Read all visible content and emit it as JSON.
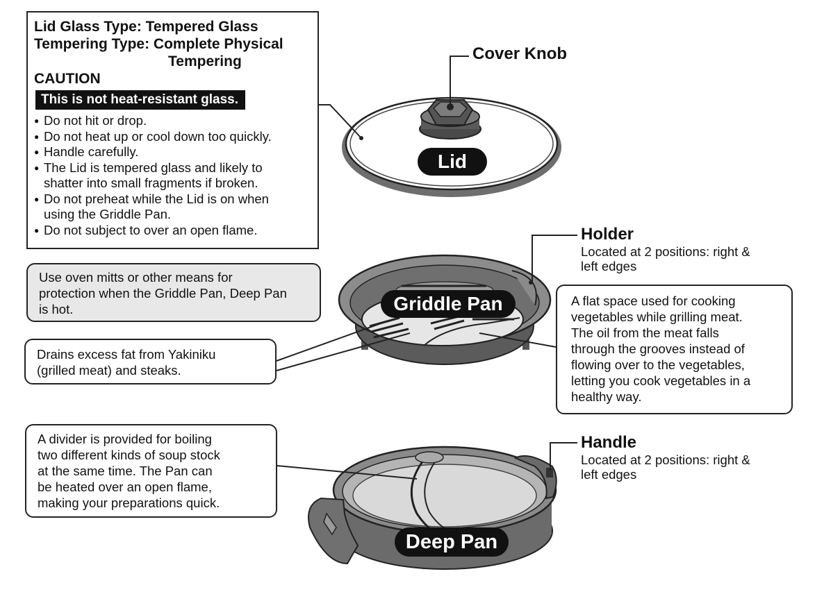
{
  "caution_box": {
    "glass_type": "Lid Glass Type: Tempered Glass",
    "tempering_line1": "Tempering Type: Complete Physical",
    "tempering_line2": "Tempering",
    "caution_heading": "CAUTION",
    "banner": "This is not heat-resistant glass.",
    "items": [
      "Do not hit or drop.",
      "Do not heat up or cool down too quickly.",
      "Handle carefully.",
      "The Lid is tempered glass and likely to",
      "shatter into small fragments if broken.",
      "Do not preheat while the Lid is on when",
      "using the Griddle Pan.",
      "Do not subject to over an open flame."
    ]
  },
  "notes": {
    "mitts": [
      "Use oven mitts or other means for",
      "protection when the Griddle Pan, Deep Pan",
      "is hot."
    ],
    "drains": [
      "Drains excess fat from Yakiniku",
      "(grilled meat) and steaks."
    ],
    "flat_space": [
      "A flat space used for cooking",
      "vegetables while grilling meat.",
      "The oil from the meat falls",
      "through the grooves instead of",
      "flowing over to the vegetables,",
      "letting you cook vegetables in a",
      "healthy way."
    ],
    "divider": [
      "A divider is provided for boiling",
      "two different kinds of soup stock",
      "at the same time. The Pan can",
      "be heated over an open flame,",
      "making your preparations quick."
    ]
  },
  "callouts": {
    "cover_knob": "Cover Knob",
    "holder": "Holder",
    "holder_sub": [
      "Located at 2 positions: right &",
      "left edges"
    ],
    "handle": "Handle",
    "handle_sub": [
      "Located at 2 positions: right &",
      "left edges"
    ]
  },
  "parts": {
    "lid": "Lid",
    "griddle_pan": "Griddle Pan",
    "deep_pan": "Deep Pan"
  }
}
